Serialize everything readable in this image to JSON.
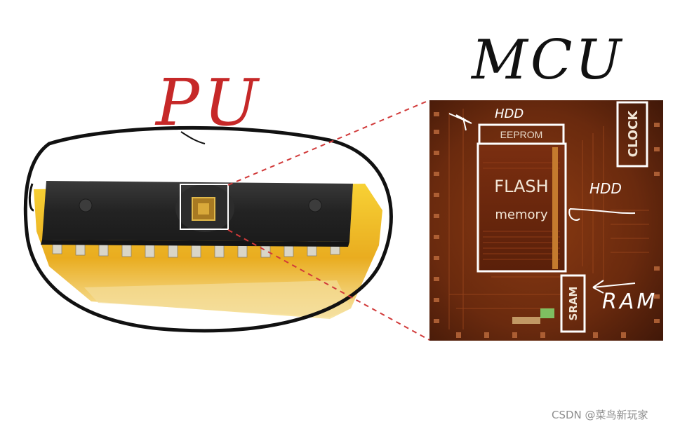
{
  "annotations": {
    "pu": "PU",
    "mcu": "MCU",
    "hdd_top": "HDD",
    "hdd_right": "HDD",
    "ram": "RAM"
  },
  "die_labels": {
    "eeprom": "EEPROM",
    "flash": "FLASH",
    "memory": "memory",
    "clock": "CLOCK",
    "sram": "SRAM"
  },
  "watermark": "CSDN @菜鸟新玩家",
  "colors": {
    "annotation_red": "#c62828",
    "annotation_black": "#111111",
    "callout_dashed": "#d13a3a",
    "chip_body": "#2b2b2b",
    "tape_yellow": "#f3c21c",
    "die_brown": "#6b2a10",
    "label_box": "#ffffff"
  },
  "icons": [
    "chip-photo",
    "die-micrograph",
    "lasso-ellipse",
    "callout-line"
  ]
}
